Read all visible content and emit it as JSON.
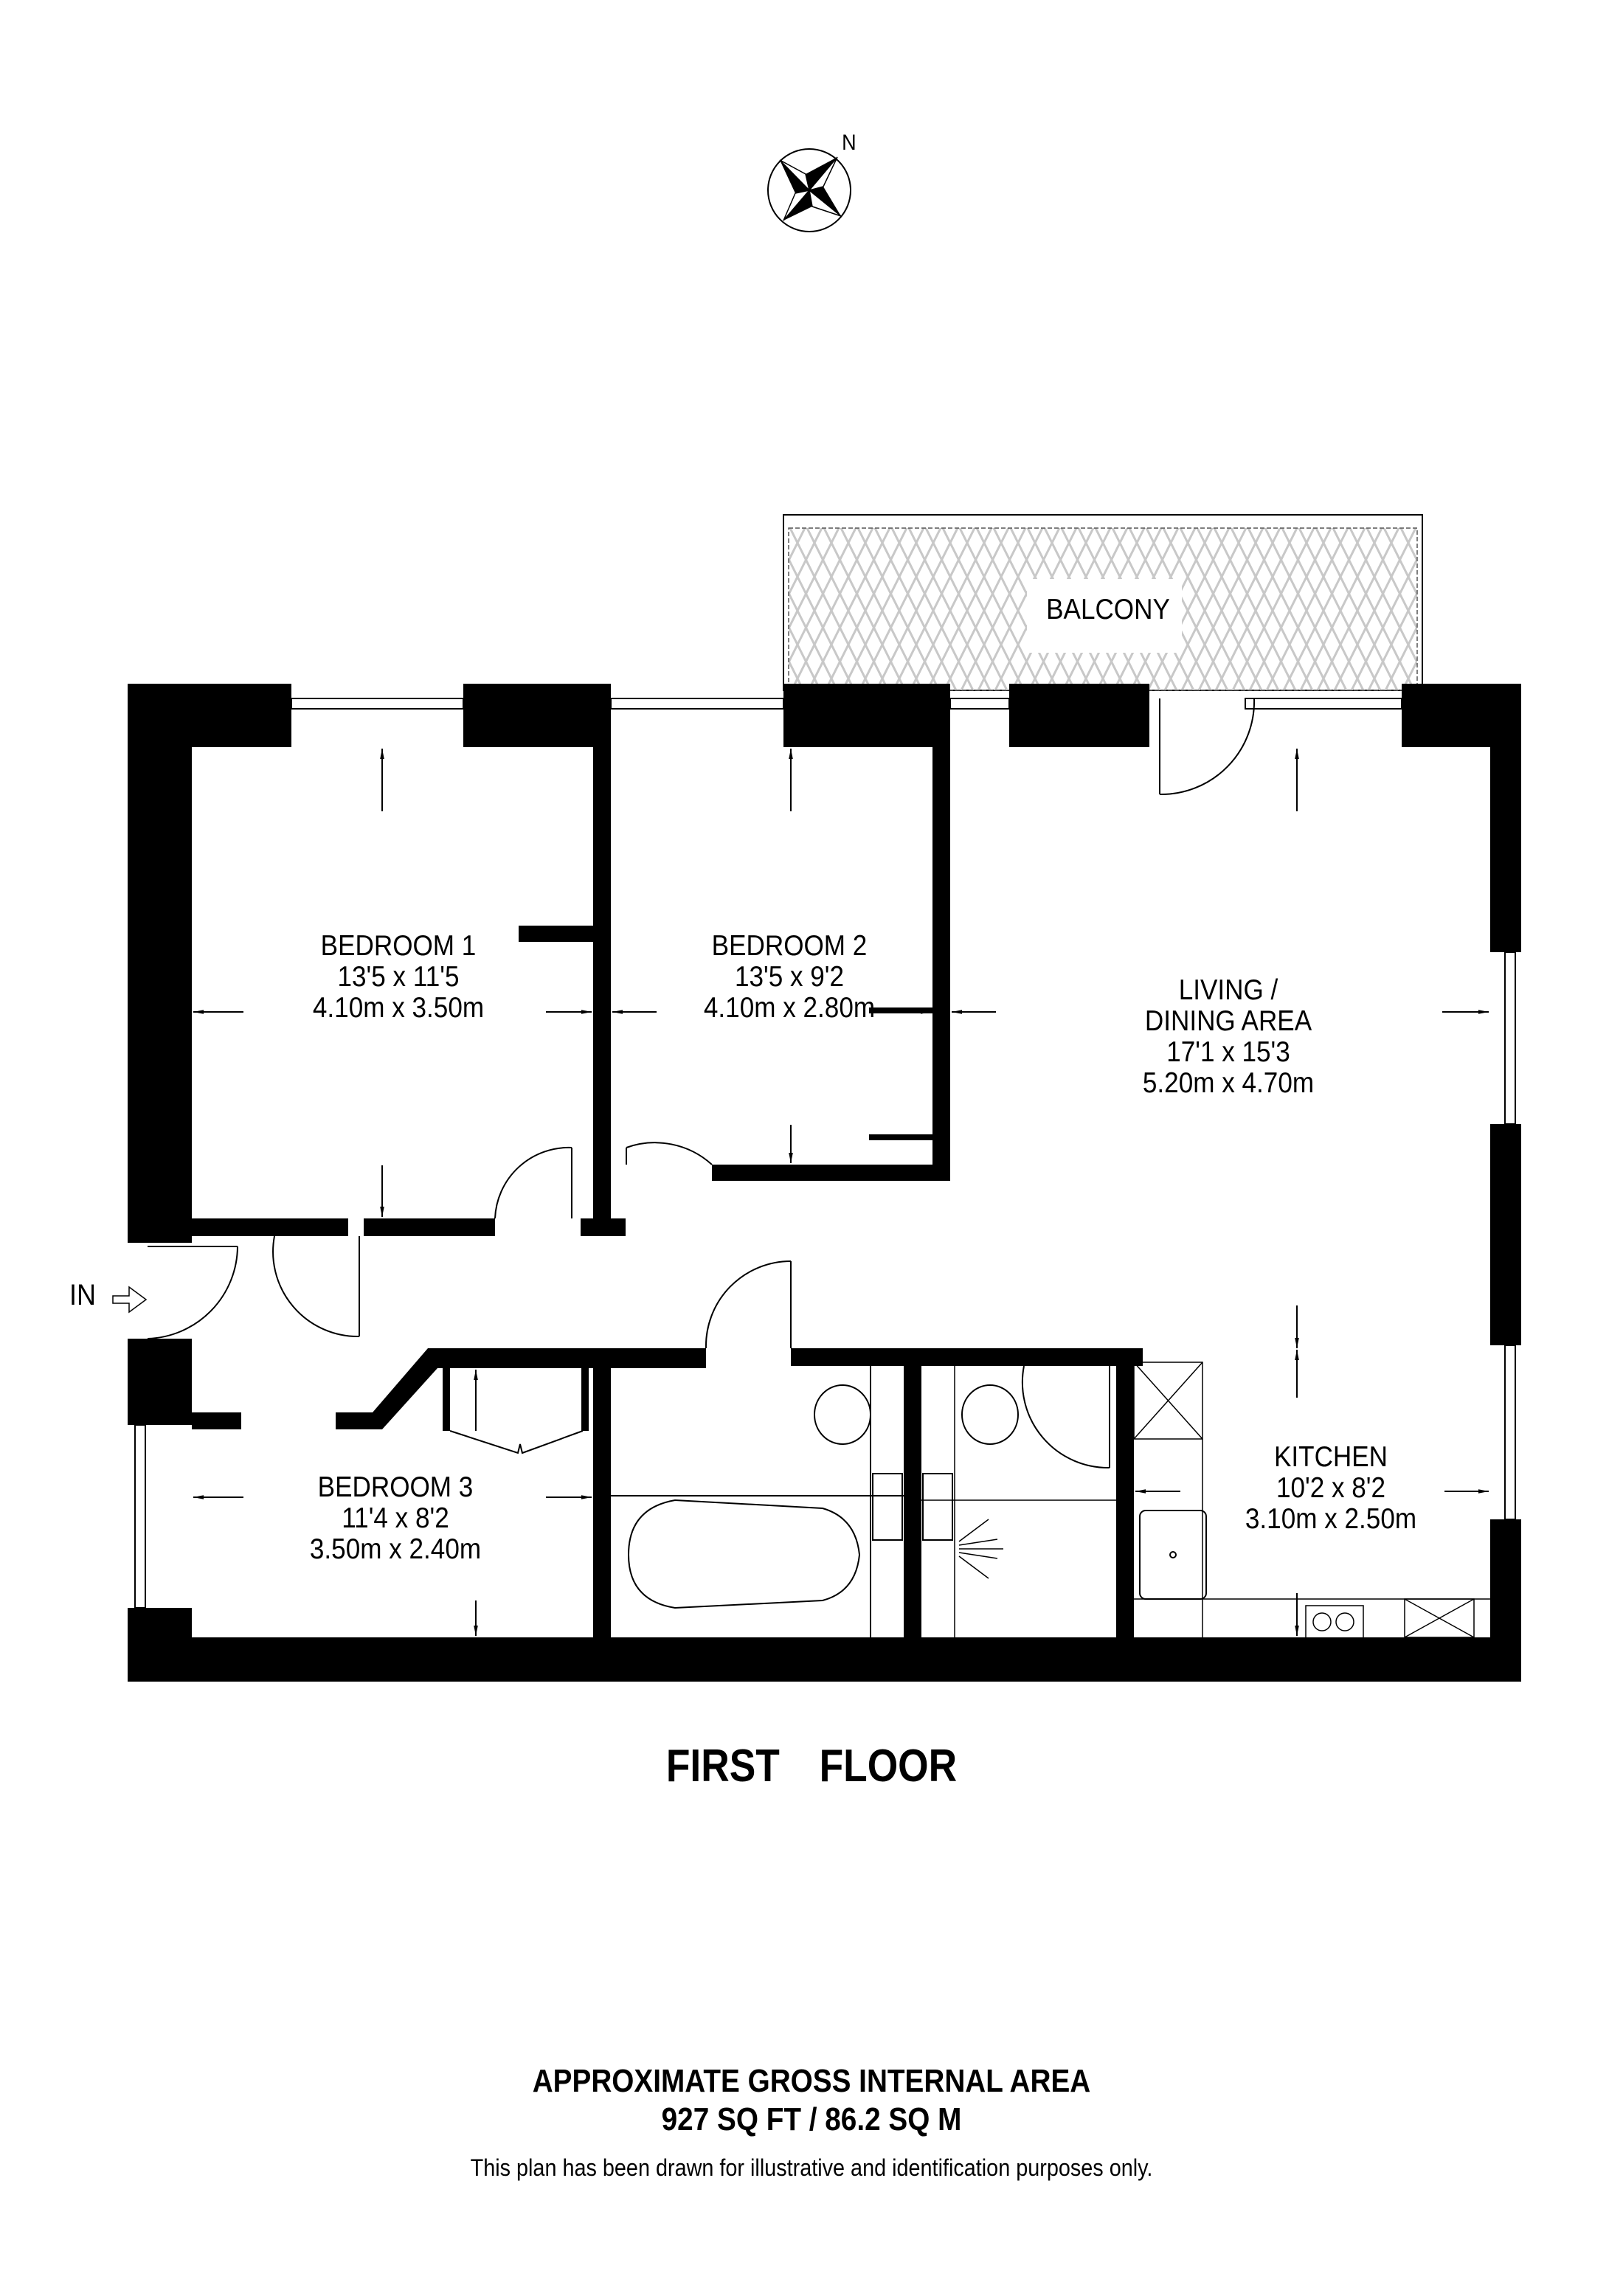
{
  "compass": {
    "north_label": "N",
    "icon": "compass-rose-icon"
  },
  "entrance": {
    "label": "IN",
    "icon": "entry-arrow-icon"
  },
  "rooms": {
    "balcony": {
      "name": "BALCONY"
    },
    "bedroom1": {
      "name": "BEDROOM 1",
      "imperial": "13'5 x 11'5",
      "metric": "4.10m x 3.50m"
    },
    "bedroom2": {
      "name": "BEDROOM 2",
      "imperial": "13'5 x 9'2",
      "metric": "4.10m x 2.80m"
    },
    "living": {
      "name_line1": "LIVING /",
      "name_line2": "DINING AREA",
      "imperial": "17'1 x 15'3",
      "metric": "5.20m x 4.70m"
    },
    "bedroom3": {
      "name": "BEDROOM 3",
      "imperial": "11'4 x 8'2",
      "metric": "3.50m x 2.40m"
    },
    "kitchen": {
      "name": "KITCHEN",
      "imperial": "10'2 x 8'2",
      "metric": "3.10m x 2.50m"
    }
  },
  "floor": {
    "title": "FIRST  FLOOR"
  },
  "area": {
    "heading": "APPROXIMATE GROSS INTERNAL AREA",
    "value": "927 SQ FT / 86.2 SQ M"
  },
  "disclaimer": "This plan has been drawn for illustrative and identification purposes only.",
  "colors": {
    "wall": "#000000",
    "hatch": "#c8c8c8",
    "background": "#ffffff"
  }
}
